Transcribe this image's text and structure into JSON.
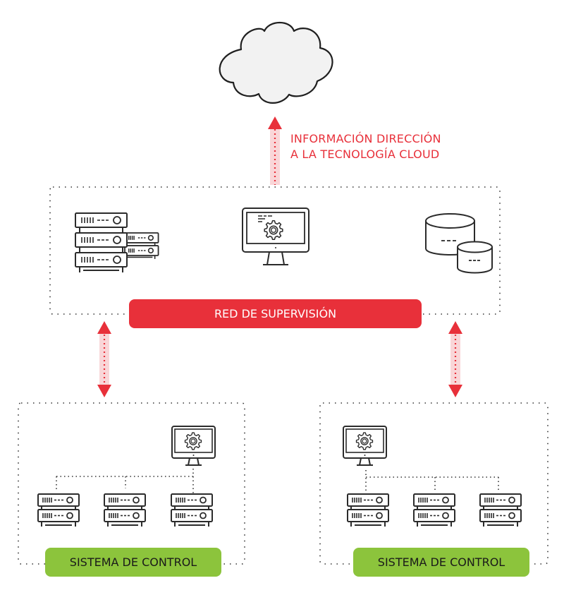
{
  "cloud": {
    "label": "cloud",
    "arrow_text_line1": "INFORMACIÓN DIRECCIÓN",
    "arrow_text_line2": "A LA TECNOLOGÍA CLOUD"
  },
  "supervision": {
    "label": "RED DE SUPERVISIÓN",
    "icons": [
      "server-rack-icon",
      "monitor-gear-icon",
      "database-icon"
    ]
  },
  "control_systems": [
    {
      "label": "SISTEMA DE CONTROL",
      "icons": [
        "monitor-gear-icon",
        "server-icon",
        "server-icon",
        "server-icon"
      ]
    },
    {
      "label": "SISTEMA DE CONTROL",
      "icons": [
        "monitor-gear-icon",
        "server-icon",
        "server-icon",
        "server-icon"
      ]
    }
  ],
  "colors": {
    "accent_red": "#e8303a",
    "accent_green": "#8cc43c",
    "arrow_fill": "#f9d6d8",
    "icon_stroke": "#2b2b2b",
    "cloud_fill": "#f2f2f2"
  }
}
